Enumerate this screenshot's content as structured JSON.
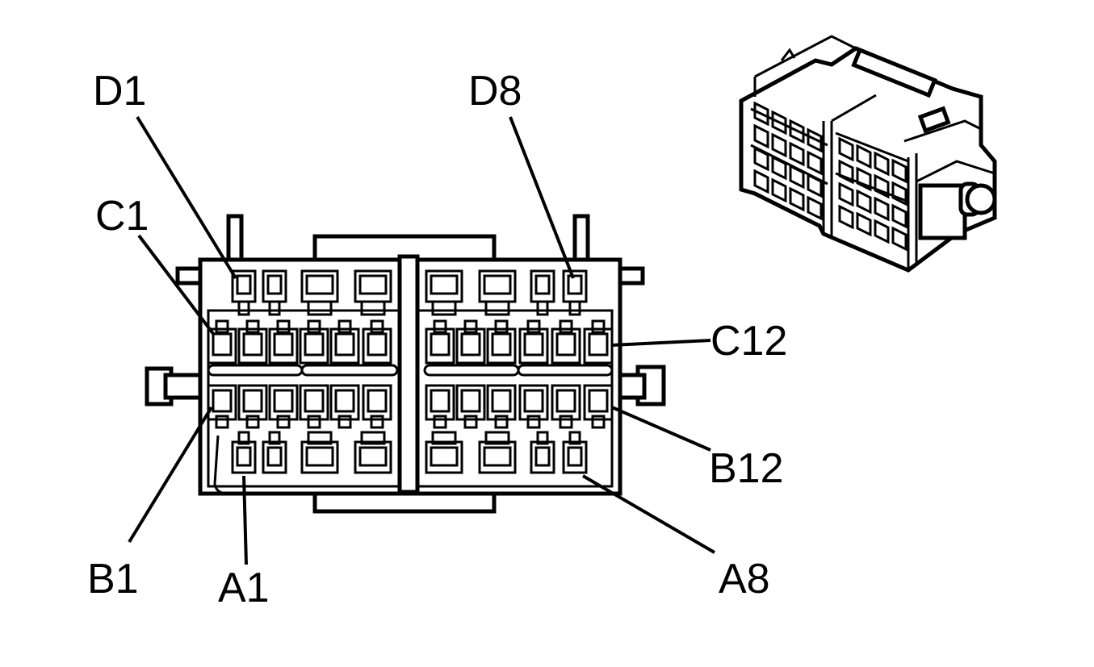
{
  "pin_labels": {
    "d1": "D1",
    "d8": "D8",
    "c1": "C1",
    "c12": "C12",
    "b12": "B12",
    "b1": "B1",
    "a1": "A1",
    "a8": "A8"
  },
  "colors": {
    "line": "#000000",
    "background": "#ffffff"
  }
}
